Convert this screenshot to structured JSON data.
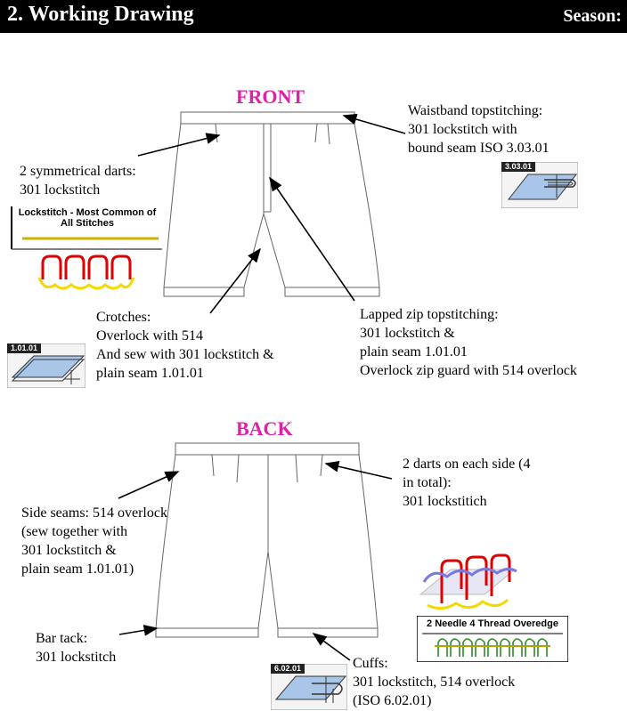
{
  "header": {
    "title": "2. Working Drawing",
    "season_label": "Season:"
  },
  "front": {
    "label": "FRONT",
    "notes": {
      "waistband": [
        "Waistband topstitching:",
        "301 lockstitch with",
        "bound seam ISO 3.03.01"
      ],
      "darts": [
        "2 symmetrical darts:",
        "301 lockstitch"
      ],
      "crotches": [
        "Crotches:",
        "Overlock with 514",
        "And sew with 301 lockstitch &",
        "plain seam 1.01.01"
      ],
      "zip": [
        "Lapped zip topstitching:",
        "301 lockstitch &",
        "plain seam 1.01.01",
        "Overlock zip guard with 514 overlock"
      ]
    },
    "iso_waistband": "3.03.01",
    "iso_crotch": "1.01.01",
    "lockstitch_caption": [
      "Lockstitch - Most Common of",
      "All Stitches"
    ]
  },
  "back": {
    "label": "BACK",
    "notes": {
      "darts": [
        "2 darts on each side (4",
        "in total):",
        "301 lockstitich"
      ],
      "side_seams": [
        "Side seams: 514 overlock",
        "(sew together with",
        "301 lockstitch &",
        "plain seam 1.01.01)"
      ],
      "bar_tack": [
        "Bar tack:",
        "301 lockstitch"
      ],
      "cuffs": [
        "Cuffs:",
        "301 lockstitch, 514 overlock",
        "(ISO 6.02.01)"
      ]
    },
    "iso_cuffs": "6.02.01",
    "overedge_caption": "2 Needle 4 Thread Overedge"
  },
  "colors": {
    "accent": "#e020a8",
    "header_bg": "#000000",
    "iso_blue": "#a9c6e8"
  }
}
